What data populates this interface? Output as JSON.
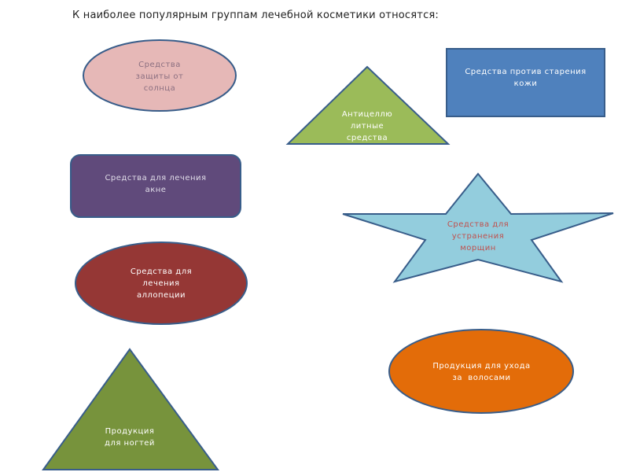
{
  "title": "К наиболее популярным группам лечебной косметики относятся:",
  "shapes": {
    "sun": {
      "lines": [
        "Средства",
        "защиты от",
        "солнца"
      ],
      "fill": "#e6b8b7",
      "text_color": "#8b6f80"
    },
    "cellulite": {
      "lines": [
        "Антицеллю",
        "литные",
        "средства"
      ],
      "fill": "#9bbb59",
      "text_color": "#ffffff"
    },
    "aging": {
      "lines": [
        "Средства против старения",
        "кожи"
      ],
      "fill": "#4f81bd",
      "text_color": "#ffffff"
    },
    "acne": {
      "lines": [
        "Средства для лечения",
        "акне"
      ],
      "fill": "#604a7b",
      "text_color": "#e0dce8"
    },
    "wrinkles": {
      "lines": [
        "Средства для",
        "устранения",
        "морщин"
      ],
      "fill": "#93cddd",
      "text_color": "#c0504d"
    },
    "alopecia": {
      "lines": [
        "Средства для",
        "лечения",
        "аллопеции"
      ],
      "fill": "#953735",
      "text_color": "#ffffff"
    },
    "hair": {
      "lines": [
        "Продукция для ухода",
        "за  волосами"
      ],
      "fill": "#e36c09",
      "text_color": "#ffffff"
    },
    "nails": {
      "lines": [
        "Продукция",
        "для ногтей"
      ],
      "fill": "#77933c",
      "text_color": "#ffffff"
    }
  },
  "stroke_color": "#385d8a"
}
